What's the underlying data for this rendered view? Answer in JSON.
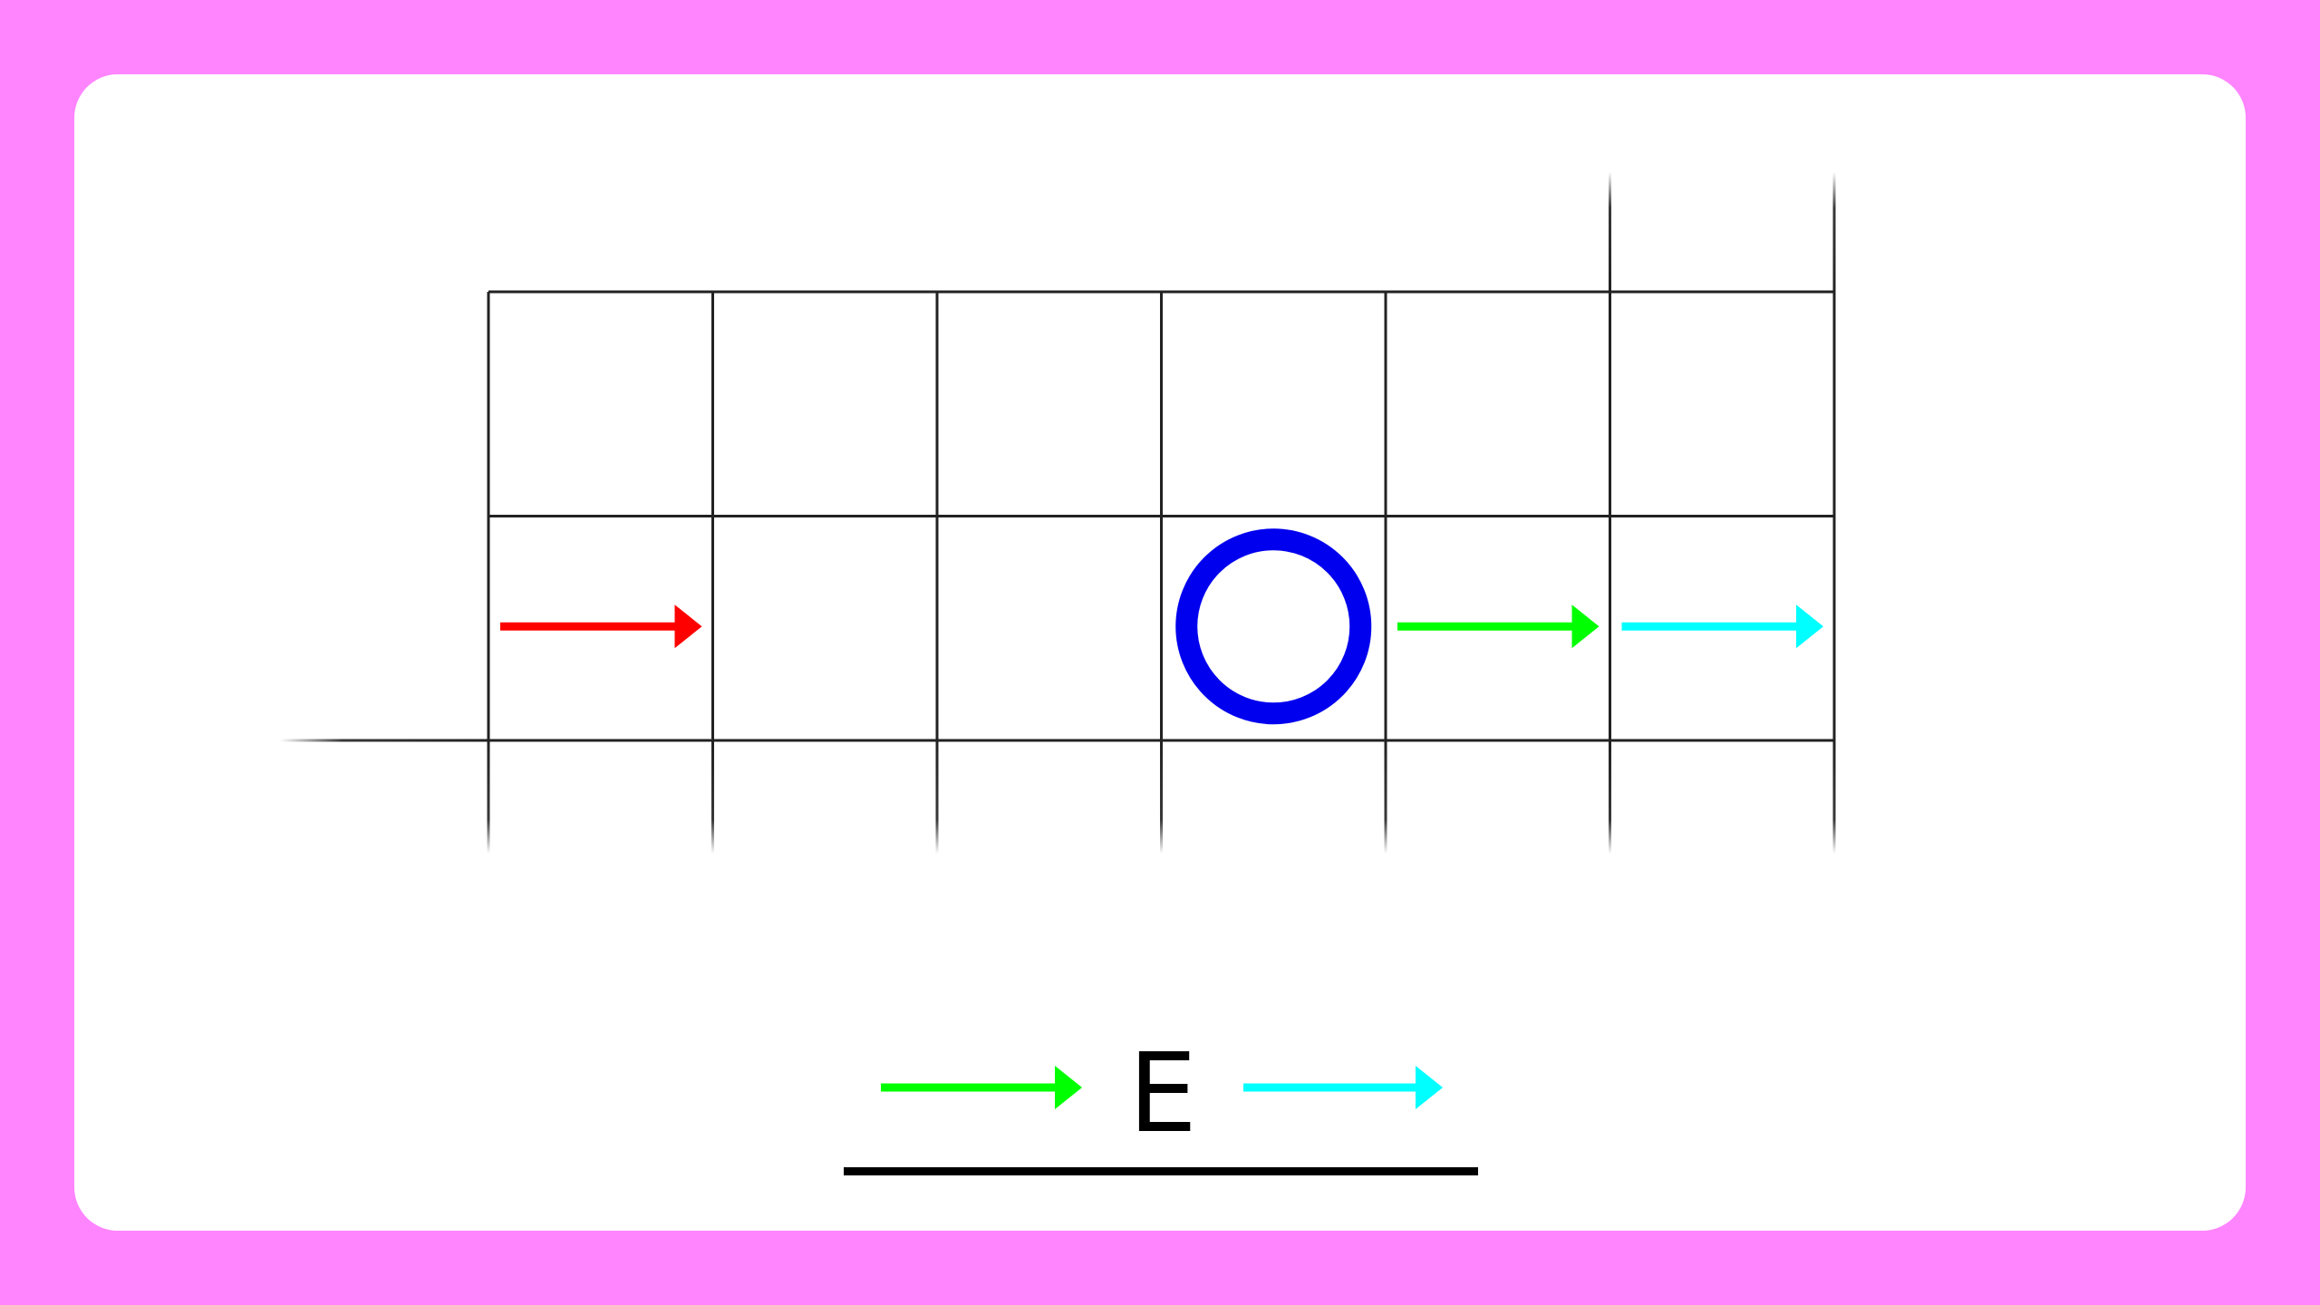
{
  "theme": {
    "frame_color": "#ff85ff",
    "card_color": "#ffffff",
    "grid_color": "#222222",
    "underline_color": "#000000"
  },
  "board": {
    "columns": 6,
    "rows": 2,
    "target": {
      "row": 2,
      "col": 4,
      "shape": "circle",
      "color": "#0000ee"
    },
    "arrows": [
      {
        "row": 2,
        "col": 1,
        "direction": "right",
        "color": "#ff0000",
        "name": "red-arrow"
      },
      {
        "row": 2,
        "col": 5,
        "direction": "right",
        "color": "#00ff00",
        "name": "green-arrow"
      },
      {
        "row": 2,
        "col": 6,
        "direction": "right",
        "color": "#00ffff",
        "name": "cyan-arrow"
      }
    ]
  },
  "answer": {
    "letter": "E",
    "left_arrow": {
      "direction": "right",
      "color": "#00ff00"
    },
    "right_arrow": {
      "direction": "right",
      "color": "#00ffff"
    }
  }
}
